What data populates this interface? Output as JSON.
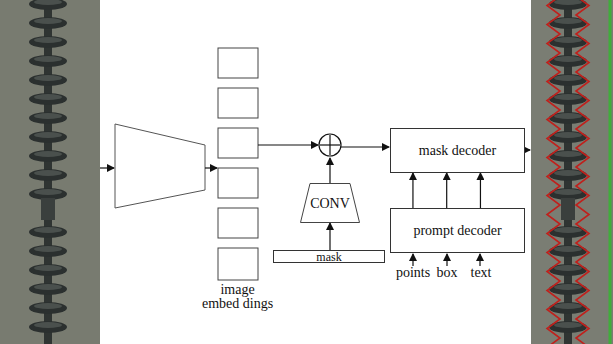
{
  "diagram": {
    "nodes": [
      {
        "text": [
          "CONV"
        ]
      },
      {
        "text": [
          "mask"
        ]
      },
      {
        "text": [
          "mask decoder"
        ]
      },
      {
        "text": [
          "prompt decoder"
        ]
      }
    ],
    "edges": [
      {
        "from": 1,
        "to": 0,
        "arrow": "to"
      },
      {
        "from": 3,
        "to": 2,
        "arrow": "to"
      },
      {
        "from": 3,
        "to": 2,
        "arrow": "to"
      },
      {
        "from": 3,
        "to": 2,
        "arrow": "to"
      }
    ],
    "labels": [
      "image embed dings",
      "points",
      "box",
      "text"
    ]
  }
}
